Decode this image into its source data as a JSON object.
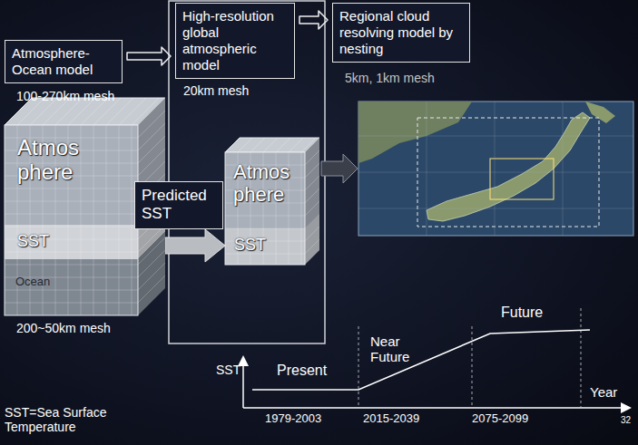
{
  "diagram": {
    "nodes": [
      {
        "text": [
          "Atmosphere-Ocean model"
        ]
      },
      {
        "text": [
          "High-resolution global atmospheric model"
        ]
      },
      {
        "text": [
          "Regional cloud resolving model by nesting"
        ]
      },
      {
        "text": [
          "Atmos phere",
          "SST",
          "Ocean"
        ]
      },
      {
        "text": [
          "Predicted SST"
        ]
      },
      {
        "text": [
          "Atmos phere",
          "SST"
        ]
      }
    ],
    "edges": [
      {
        "from": 0,
        "to": 1,
        "arrow": "to"
      },
      {
        "from": 1,
        "to": 2,
        "arrow": "to"
      },
      {
        "from": 3,
        "to": 5,
        "arrow": "to"
      }
    ],
    "labels": [
      "100-270km mesh",
      "20km mesh",
      "5km, 1km mesh",
      "200~50km mesh",
      "SST",
      "Present",
      "Near Future",
      "Future",
      "Year",
      "1979-2003",
      "2015-2039",
      "2075-2099",
      "32",
      "SST=Sea Surface Temperature"
    ]
  }
}
